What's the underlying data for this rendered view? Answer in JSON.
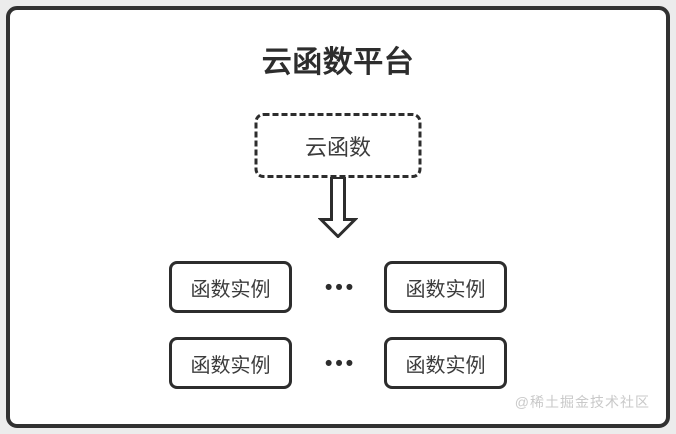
{
  "page": {
    "background_color": "#ececec",
    "frame_border_color": "#313131",
    "canvas_color": "#ffffff",
    "line_color": "#2d2d2d",
    "watermark_color": "#c9c9c9"
  },
  "diagram": {
    "title": "云函数平台",
    "cloud_function_box": {
      "label": "云函数",
      "border_style": "dashed"
    },
    "arrow": {
      "icon": "down-arrow-icon",
      "direction": "down"
    },
    "instance_rows": [
      {
        "left": "函数实例",
        "dots": "•••",
        "right": "函数实例"
      },
      {
        "left": "函数实例",
        "dots": "•••",
        "right": "函数实例"
      }
    ],
    "watermark": "@稀土掘金技术社区"
  }
}
